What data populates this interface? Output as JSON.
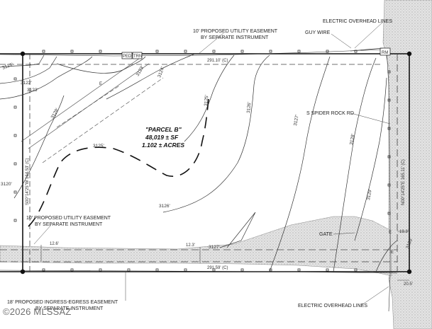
{
  "map": {
    "parcel": {
      "name": "\"PARCEL B\"",
      "area_sf": "48,019 ± SF",
      "area_acres": "1.102 ± ACRES"
    },
    "notes": {
      "utility_easement_top_1": "10' PROPOSED UTILITY EASEMENT",
      "utility_easement_top_2": "BY SEPARATE INSTRUMENT",
      "utility_easement_left_1": "10' PROPOSED UTILITY EASEMENT",
      "utility_easement_left_2": "BY SEPARATE INSTRUMENT",
      "ingress_egress_1": "18' PROPOSED INGRESS-EGRESS EASEMENT",
      "ingress_egress_2": "BY SEPARATE INSTRUMENT",
      "electric_lines_top": "ELECTRIC OVERHEAD LINES",
      "electric_lines_bottom": "ELECTRIC OVERHEAD LINES",
      "guy_wire": "GUY WIRE",
      "road": "S SPIDER ROCK RD",
      "gate": "GATE"
    },
    "bearings": {
      "north": "291.10' (C)",
      "south": "291.59' (C)",
      "west": "S00°14'25\"W 164.53' (C)",
      "east": "N00°14'25\"E 165.11' (C)"
    },
    "dimensions": {
      "d1": "12.6'",
      "d2": "12.3'",
      "d3": "19.3'",
      "d4": "20.5'"
    },
    "contours": [
      "3121'",
      "3122'",
      "3123'",
      "3124'",
      "3125'",
      "3126'",
      "3127'",
      "3128'",
      "3129'",
      "3130'",
      "3120'"
    ],
    "markers": {
      "ped": "PED",
      "trn": "TRN",
      "e": "E",
      "rm": "RM"
    },
    "watermark": "©2026 MLSSAZ"
  }
}
